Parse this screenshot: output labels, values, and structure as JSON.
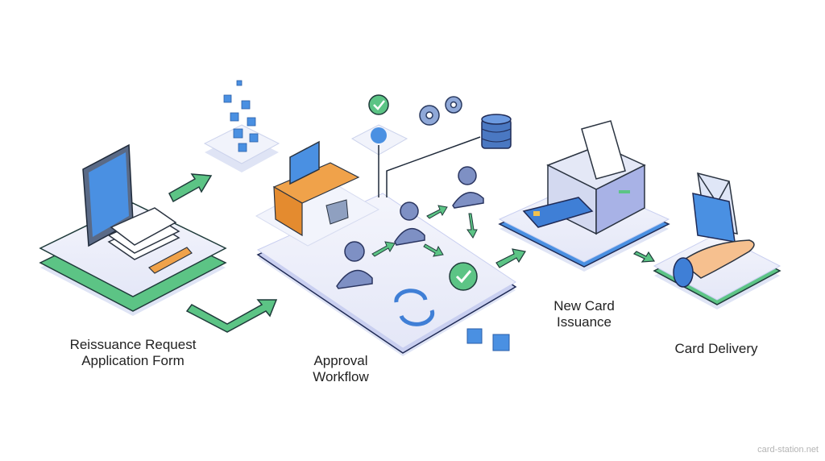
{
  "steps": [
    {
      "line1": "Reissuance Request",
      "line2": "Application Form"
    },
    {
      "line1": "Approval",
      "line2": "Workflow"
    },
    {
      "line1": "New Card",
      "line2": "Issuance"
    },
    {
      "line1": "Card Delivery"
    }
  ],
  "watermark": "card-station.net",
  "colors": {
    "green": "#5cc485",
    "blue": "#3f7fd6",
    "platform": "#eef0fa",
    "shadow": "#d6dcf2",
    "orange": "#f0a24a"
  }
}
